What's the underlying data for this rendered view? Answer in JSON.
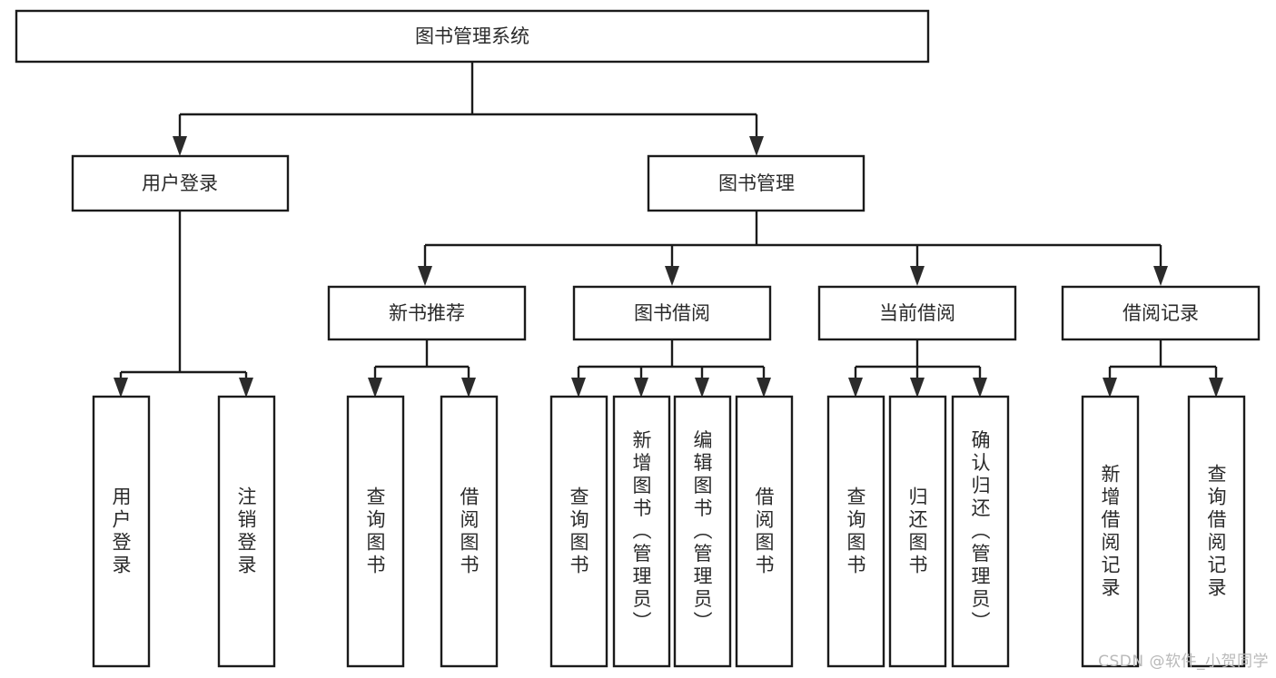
{
  "diagram": {
    "type": "hierarchy-tree",
    "title": "图书管理系统",
    "watermark": "CSDN @软件_小贺同学",
    "colors": {
      "stroke": "#1b1b1b",
      "fill": "#ffffff",
      "text": "#2a2a2a",
      "arrow": "#2b2b2b",
      "watermark": "#b9b9b9"
    },
    "levels": {
      "level1_label": "图书管理系统",
      "level2_labels": [
        "用户登录",
        "图书管理"
      ],
      "level3_labels": [
        "新书推荐",
        "图书借阅",
        "当前借阅",
        "借阅记录"
      ]
    },
    "nodes": {
      "root": "图书管理系统",
      "user_login": "用户登录",
      "book_manage": "图书管理",
      "new_book_rec": "新书推荐",
      "book_borrow": "图书借阅",
      "current_borrow": "当前借阅",
      "borrow_record": "借阅记录",
      "leaf_user_login": "用户登录",
      "leaf_logout": "注销登录",
      "leaf_query_book_1": "查询图书",
      "leaf_borrow_book_1": "借阅图书",
      "leaf_query_book_2": "查询图书",
      "leaf_add_book_admin": "新增图书（管理员）",
      "leaf_edit_book_admin": "编辑图书（管理员）",
      "leaf_borrow_book_2": "借阅图书",
      "leaf_query_book_3": "查询图书",
      "leaf_return_book": "归还图书",
      "leaf_confirm_return_admin": "确认归还（管理员）",
      "leaf_add_record": "新增借阅记录",
      "leaf_query_record": "查询借阅记录"
    },
    "structure": [
      {
        "label": "图书管理系统",
        "children": [
          {
            "label": "用户登录",
            "children": [
              {
                "label": "用户登录"
              },
              {
                "label": "注销登录"
              }
            ]
          },
          {
            "label": "图书管理",
            "children": [
              {
                "label": "新书推荐",
                "children": [
                  {
                    "label": "查询图书"
                  },
                  {
                    "label": "借阅图书"
                  }
                ]
              },
              {
                "label": "图书借阅",
                "children": [
                  {
                    "label": "查询图书"
                  },
                  {
                    "label": "新增图书（管理员）"
                  },
                  {
                    "label": "编辑图书（管理员）"
                  },
                  {
                    "label": "借阅图书"
                  }
                ]
              },
              {
                "label": "当前借阅",
                "children": [
                  {
                    "label": "查询图书"
                  },
                  {
                    "label": "归还图书"
                  },
                  {
                    "label": "确认归还（管理员）"
                  }
                ]
              },
              {
                "label": "借阅记录",
                "children": [
                  {
                    "label": "新增借阅记录"
                  },
                  {
                    "label": "查询借阅记录"
                  }
                ]
              }
            ]
          }
        ]
      }
    ]
  }
}
